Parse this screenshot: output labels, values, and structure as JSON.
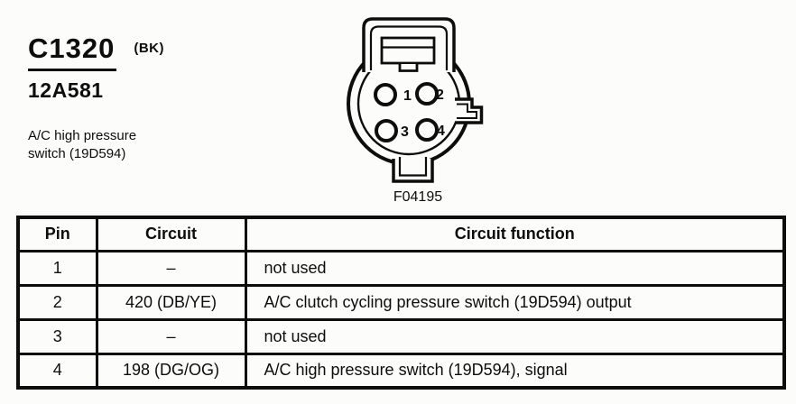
{
  "header": {
    "connector_id": "C1320",
    "connector_color_code": "(BK)",
    "part_number": "12A581",
    "description": "A/C high pressure switch (19D594)"
  },
  "diagram": {
    "figure_id": "F04195",
    "pin_labels": [
      "1",
      "2",
      "3",
      "4"
    ]
  },
  "table": {
    "columns": [
      "Pin",
      "Circuit",
      "Circuit function"
    ],
    "rows": [
      {
        "pin": "1",
        "circuit": "–",
        "function": "not used"
      },
      {
        "pin": "2",
        "circuit": "420 (DB/YE)",
        "function": "A/C clutch cycling pressure switch (19D594) output"
      },
      {
        "pin": "3",
        "circuit": "–",
        "function": "not used"
      },
      {
        "pin": "4",
        "circuit": "198 (DG/OG)",
        "function": "A/C high pressure switch (19D594), signal"
      }
    ]
  }
}
